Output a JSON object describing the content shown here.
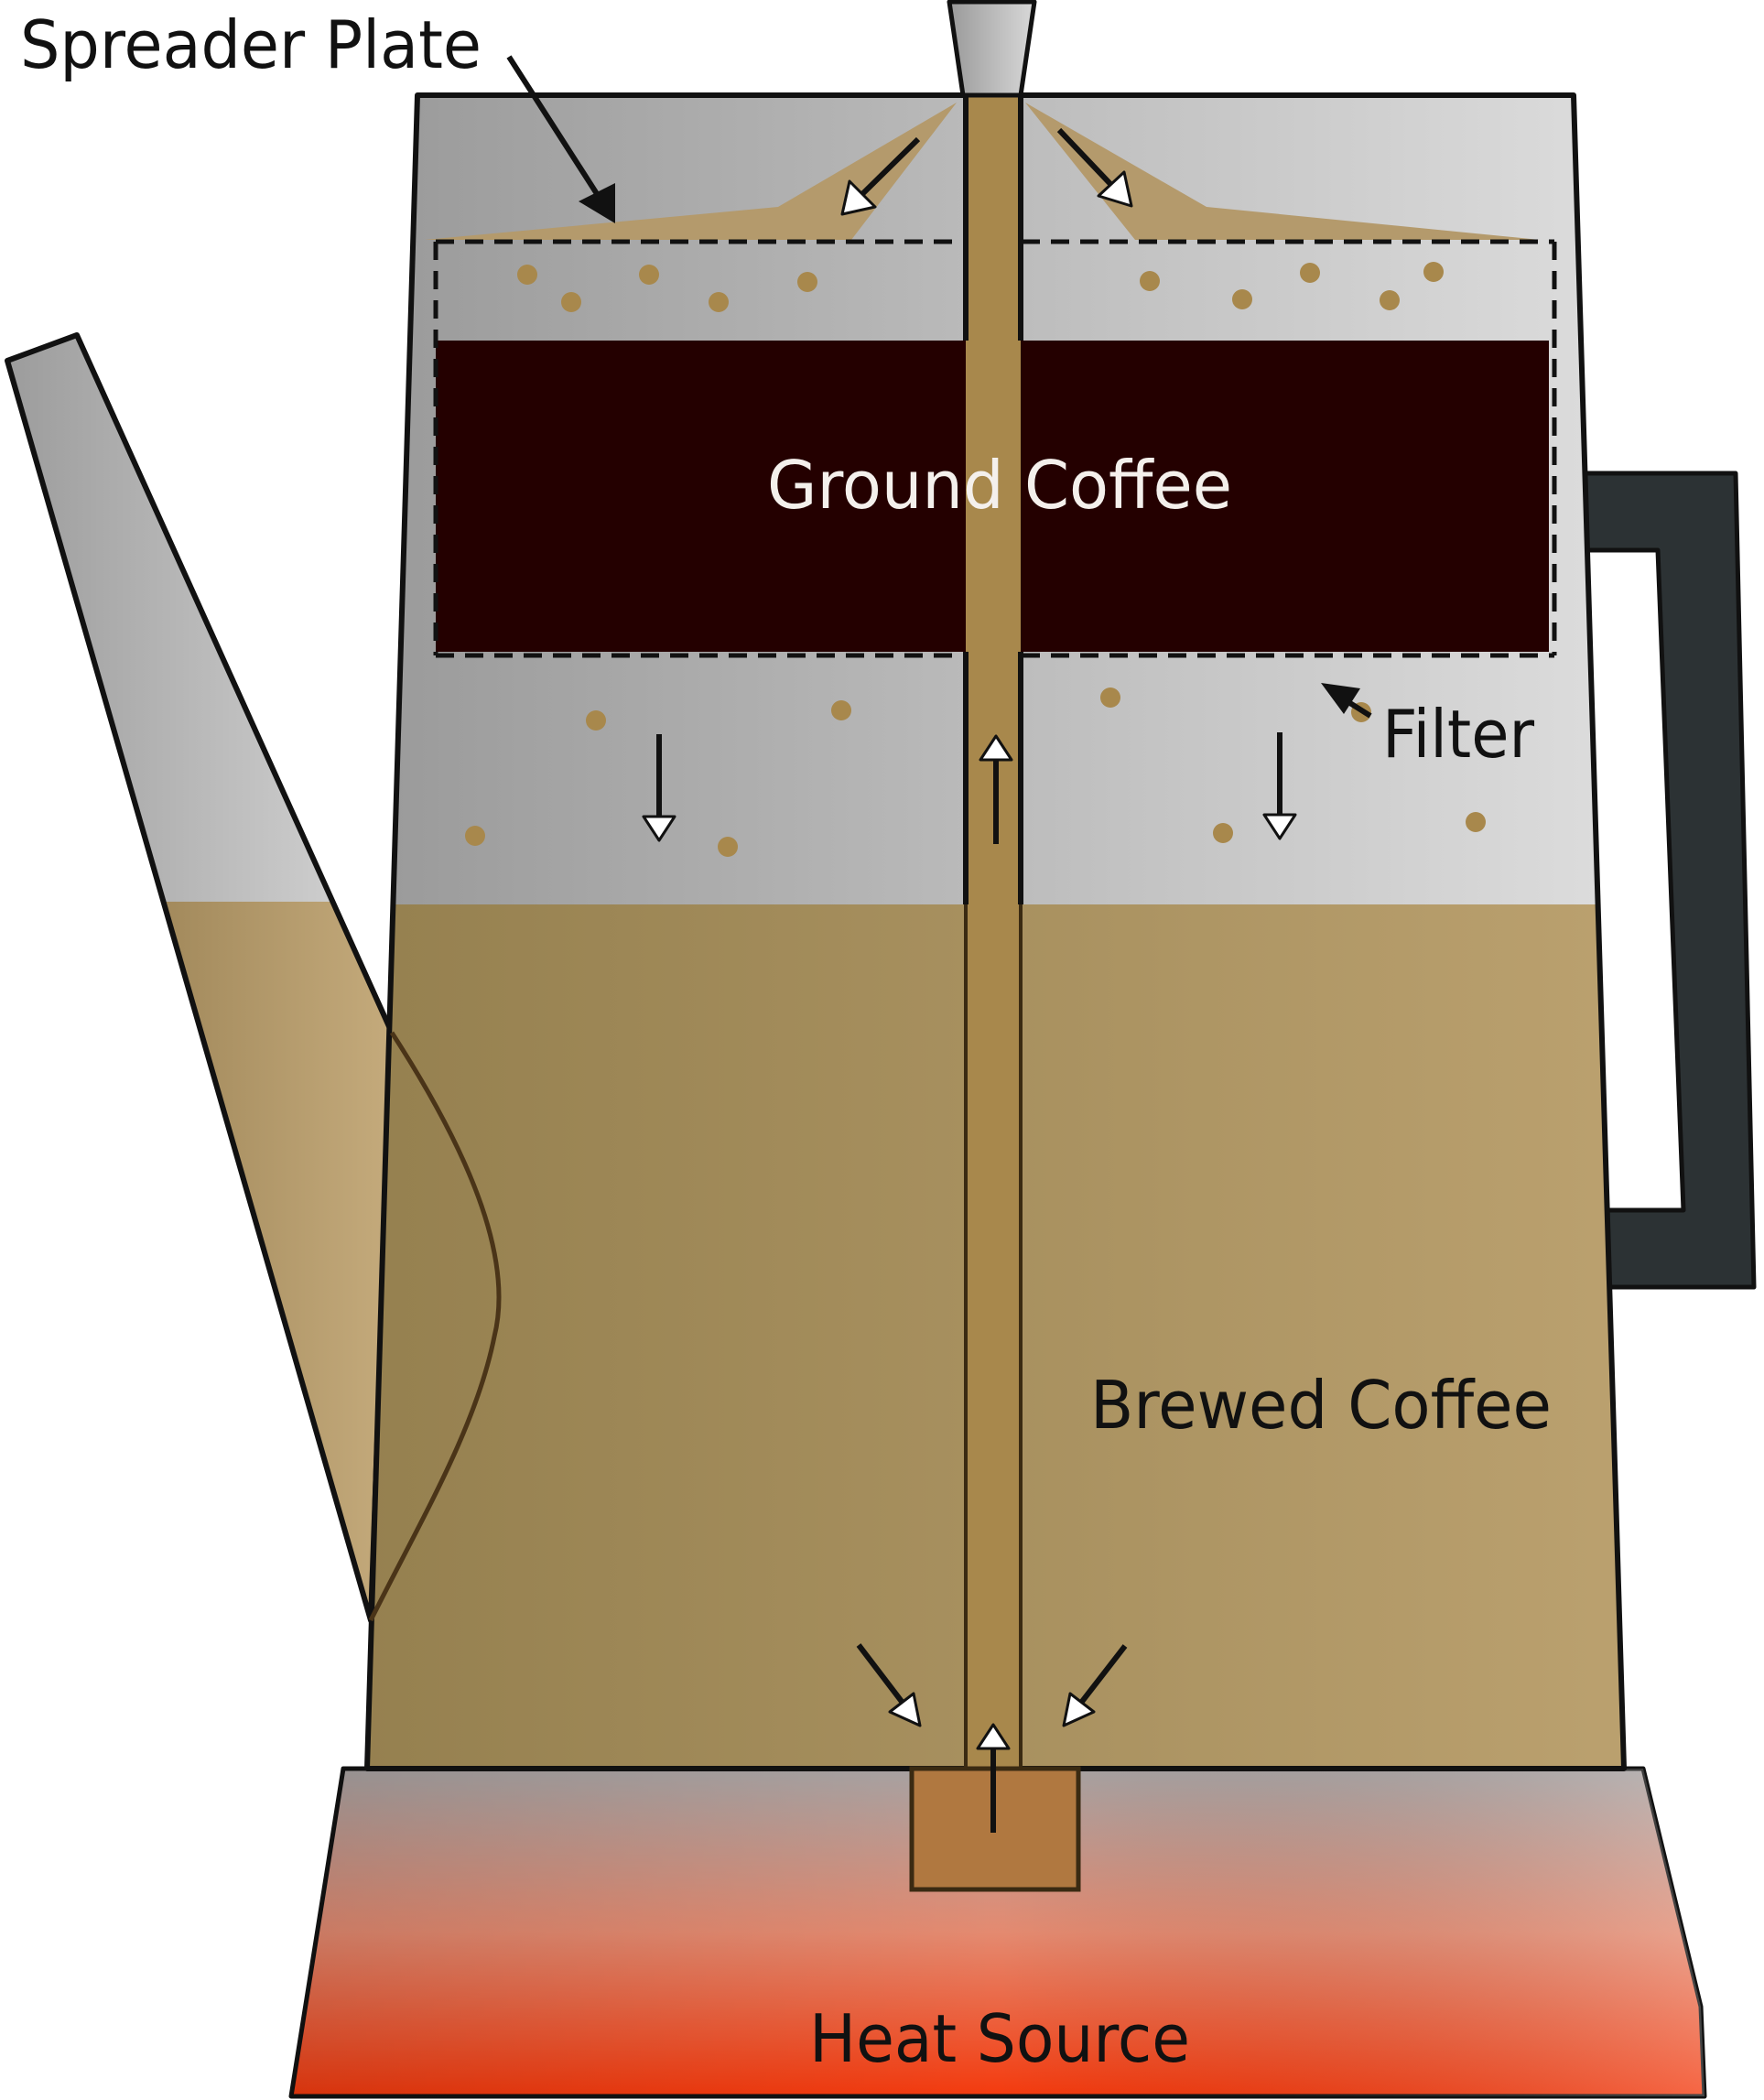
{
  "labels": {
    "spreader_plate": "Spreader Plate",
    "ground_coffee": "Ground Coffee",
    "filter": "Filter",
    "brewed_coffee": "Brewed Coffee",
    "heat_source": "Heat Source"
  },
  "colors": {
    "outline": "#111111",
    "steel_dark": "#9a9a9a",
    "steel_light": "#dcdcdc",
    "brew_dark": "#96804f",
    "brew_light": "#baa06e",
    "grounds": "#240000",
    "spray": "#b49a6c",
    "drip": "#a8884c",
    "handle": "#2c3234",
    "heat_top": "#a8a2a2",
    "heat_bottom": "#f33a10",
    "well": "#b07840"
  }
}
